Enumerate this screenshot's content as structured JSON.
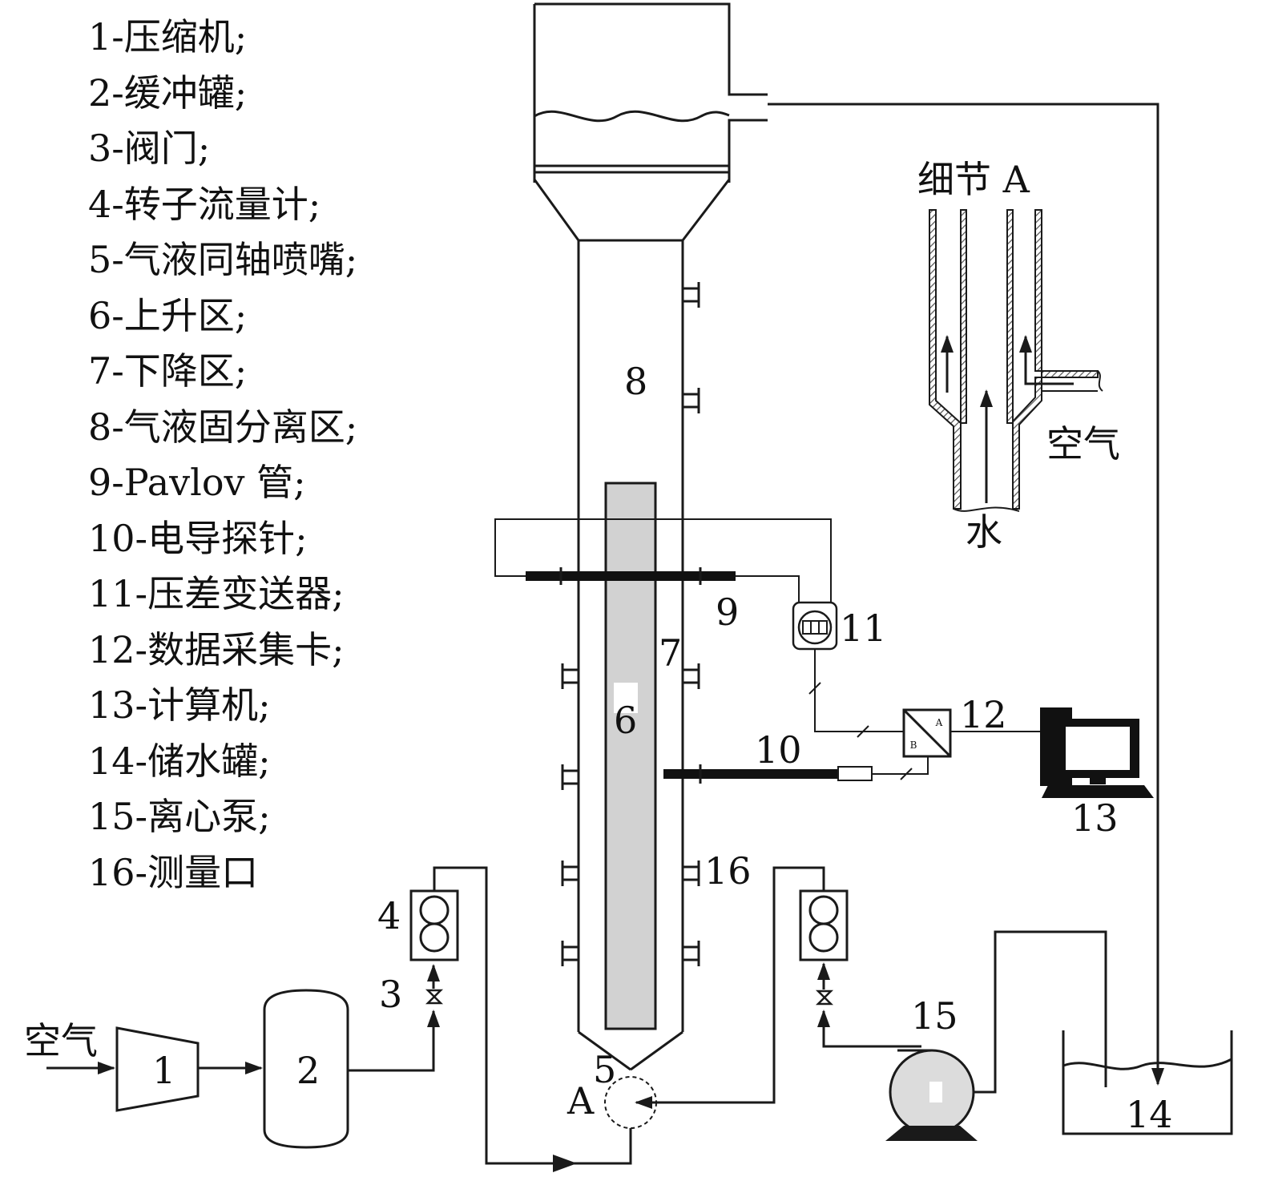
{
  "legend": [
    "1-压缩机;",
    "2-缓冲罐;",
    "3-阀门;",
    "4-转子流量计;",
    "5-气液同轴喷嘴;",
    "6-上升区;",
    "7-下降区;",
    "8-气液固分离区;",
    "9-Pavlov 管;",
    "10-电导探针;",
    "11-压差变送器;",
    "12-数据采集卡;",
    "13-计算机;",
    "14-储水罐;",
    "15-离心泵;",
    "16-测量口"
  ],
  "labels": {
    "air_in": "空气",
    "n1": "1",
    "n2": "2",
    "n3": "3",
    "n4": "4",
    "n5": "5",
    "nA": "A",
    "n6": "6",
    "n7": "7",
    "n8": "8",
    "n9": "9",
    "n10": "10",
    "n11": "11",
    "n12": "12",
    "n13": "13",
    "n14": "14",
    "n15": "15",
    "n16": "16"
  },
  "detail": {
    "title": "细节 A",
    "air": "空气",
    "water": "水"
  },
  "daq": {
    "port_a": "A",
    "port_b": "B"
  },
  "colors": {
    "line": "#1a1a1a",
    "riser_fill": "#d2d2d2",
    "pump_fill": "#dcdcdc",
    "probe": "#111111"
  }
}
